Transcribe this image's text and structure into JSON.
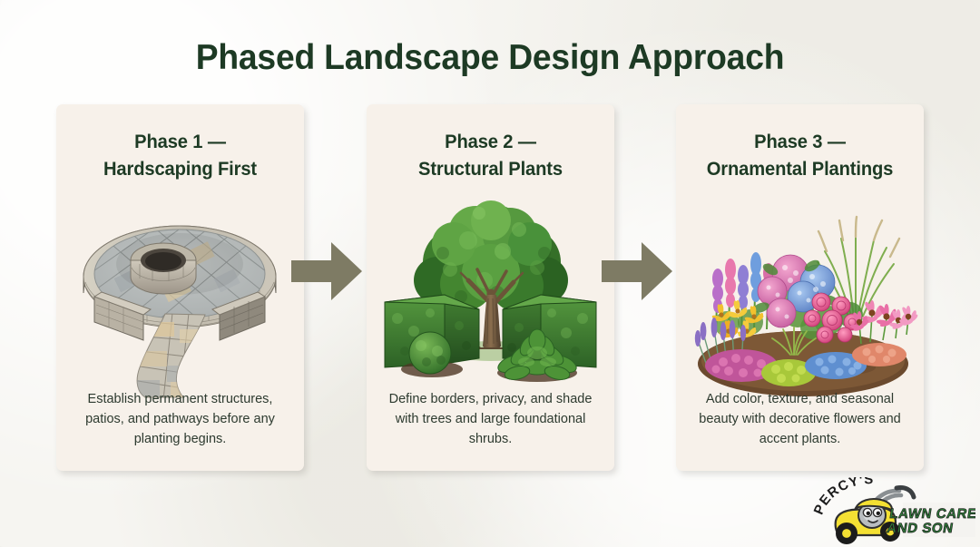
{
  "page": {
    "title": "Phased Landscape Design Approach",
    "background_color": "#f6f5f1",
    "heading_color": "#1d3a24",
    "card_background": "#f7f1ea",
    "arrow_color": "#7e7b64",
    "body_text_color": "#2d3a2f"
  },
  "cards": [
    {
      "heading_line_1": "Phase 1 —",
      "heading_line_2": "Hardscaping First",
      "body": "Establish permanent structures, patios, and pathways before any planting begins.",
      "illustration": "stone-patio-firepit-illustration"
    },
    {
      "heading_line_1": "Phase 2 —",
      "heading_line_2": "Structural Plants",
      "body": "Define borders, privacy, and shade with trees and large foundational shrubs.",
      "illustration": "shade-tree-hedges-illustration"
    },
    {
      "heading_line_1": "Phase 3 —",
      "heading_line_2": "Ornamental Plantings",
      "body": "Add color, texture, and seasonal beauty with decorative flowers and accent plants.",
      "illustration": "flower-garden-bed-illustration"
    }
  ],
  "arrows": [
    {
      "name": "arrow-phase-1-to-2",
      "direction": "right"
    },
    {
      "name": "arrow-phase-2-to-3",
      "direction": "right"
    }
  ],
  "logo": {
    "brand_top": "PERCY'S",
    "brand_line_1": "LAWN CARE",
    "brand_line_2": "AND SON",
    "mower_color": "#f4e033",
    "text_color": "#2f7d3a",
    "mark": "lawn-mower-mascot-icon"
  }
}
